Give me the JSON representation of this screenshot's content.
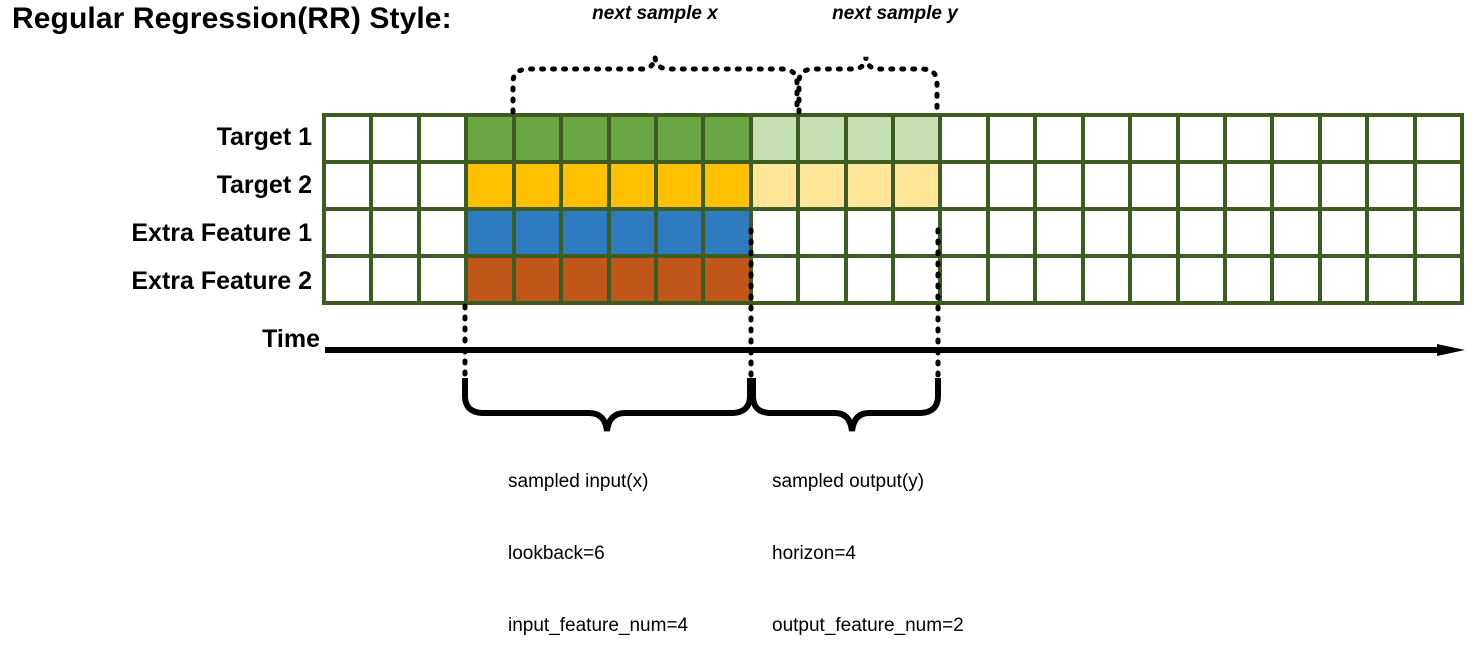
{
  "title": "Regular Regression(RR) Style:",
  "annotations": {
    "next_sample_x": "next sample x",
    "next_sample_y": "next sample y"
  },
  "time_axis": {
    "label": "Time"
  },
  "rows": [
    {
      "label": "Target 1",
      "color": "#6aa744",
      "light_color": "#c6e0b4",
      "has_output": true
    },
    {
      "label": "Target 2",
      "color": "#ffc000",
      "light_color": "#ffe699",
      "has_output": true
    },
    {
      "label": "Extra Feature 1",
      "color": "#2e7cbf",
      "light_color": "#ffffff",
      "has_output": false
    },
    {
      "label": "Extra Feature 2",
      "color": "#c1561a",
      "light_color": "#ffffff",
      "has_output": false
    }
  ],
  "grid": {
    "total_columns": 24,
    "leading_blank_columns": 3,
    "input_columns": 6,
    "output_columns": 4,
    "trailing_blank_columns": 11,
    "border_color": "#3d5c23",
    "empty_color": "#ffffff"
  },
  "captions": {
    "input": {
      "line1": "sampled input(x)",
      "line2": "lookback=6",
      "line3": "input_feature_num=4"
    },
    "output": {
      "line1": "sampled output(y)",
      "line2": "horizon=4",
      "line3": "output_feature_num=2"
    }
  }
}
